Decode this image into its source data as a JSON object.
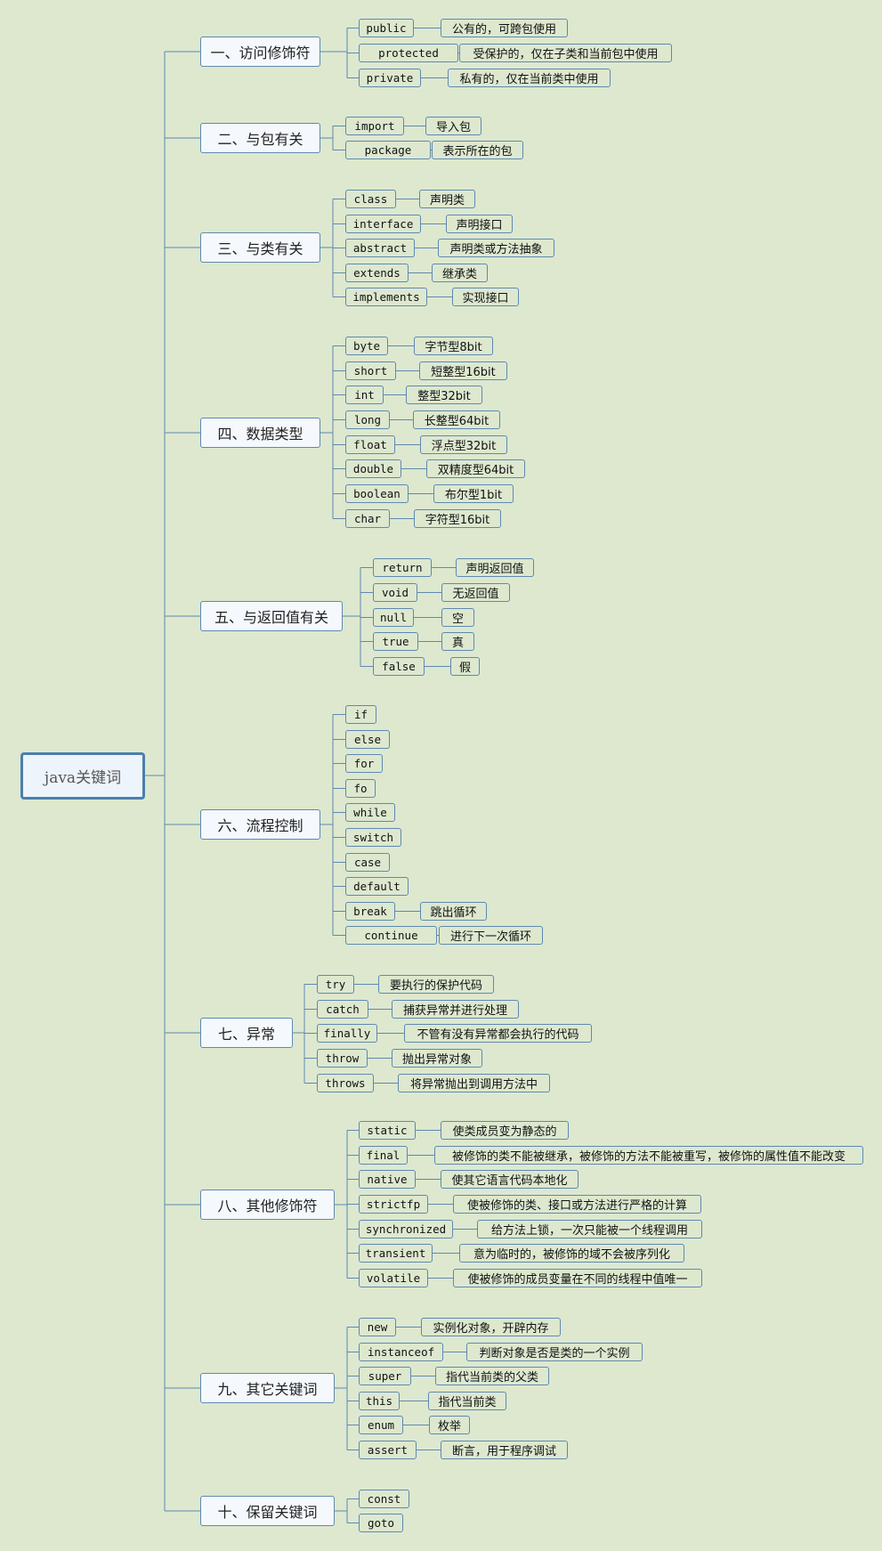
{
  "root": {
    "label": "java关键词"
  },
  "categories": [
    {
      "label": "一、访问修饰符",
      "items": [
        {
          "kw": "public",
          "desc": "公有的，可跨包使用"
        },
        {
          "kw": "protected",
          "desc": "受保护的，仅在子类和当前包中使用"
        },
        {
          "kw": "private",
          "desc": "私有的，仅在当前类中使用"
        }
      ]
    },
    {
      "label": "二、与包有关",
      "items": [
        {
          "kw": "import",
          "desc": "导入包"
        },
        {
          "kw": "package",
          "desc": "表示所在的包"
        }
      ]
    },
    {
      "label": "三、与类有关",
      "items": [
        {
          "kw": "class",
          "desc": "声明类"
        },
        {
          "kw": "interface",
          "desc": "声明接口"
        },
        {
          "kw": "abstract",
          "desc": "声明类或方法抽象"
        },
        {
          "kw": "extends",
          "desc": "继承类"
        },
        {
          "kw": "implements",
          "desc": "实现接口"
        }
      ]
    },
    {
      "label": "四、数据类型",
      "items": [
        {
          "kw": "byte",
          "desc": "字节型8bit"
        },
        {
          "kw": "short",
          "desc": "短整型16bit"
        },
        {
          "kw": "int",
          "desc": "整型32bit"
        },
        {
          "kw": "long",
          "desc": "长整型64bit"
        },
        {
          "kw": "float",
          "desc": "浮点型32bit"
        },
        {
          "kw": "double",
          "desc": "双精度型64bit"
        },
        {
          "kw": "boolean",
          "desc": "布尔型1bit"
        },
        {
          "kw": "char",
          "desc": "字符型16bit"
        }
      ]
    },
    {
      "label": "五、与返回值有关",
      "items": [
        {
          "kw": "return",
          "desc": "声明返回值"
        },
        {
          "kw": "void",
          "desc": "无返回值"
        },
        {
          "kw": "null",
          "desc": "空"
        },
        {
          "kw": "true",
          "desc": "真"
        },
        {
          "kw": "false",
          "desc": "假"
        }
      ]
    },
    {
      "label": "六、流程控制",
      "items": [
        {
          "kw": "if"
        },
        {
          "kw": "else"
        },
        {
          "kw": "for"
        },
        {
          "kw": "fo"
        },
        {
          "kw": "while"
        },
        {
          "kw": "switch"
        },
        {
          "kw": "case"
        },
        {
          "kw": "default"
        },
        {
          "kw": "break",
          "desc": "跳出循环"
        },
        {
          "kw": "continue",
          "desc": "进行下一次循环"
        }
      ]
    },
    {
      "label": "七、异常",
      "items": [
        {
          "kw": "try",
          "desc": "要执行的保护代码"
        },
        {
          "kw": "catch",
          "desc": "捕获异常并进行处理"
        },
        {
          "kw": "finally",
          "desc": "不管有没有异常都会执行的代码"
        },
        {
          "kw": "throw",
          "desc": "抛出异常对象"
        },
        {
          "kw": "throws",
          "desc": "将异常抛出到调用方法中"
        }
      ]
    },
    {
      "label": "八、其他修饰符",
      "items": [
        {
          "kw": "static",
          "desc": "使类成员变为静态的"
        },
        {
          "kw": "final",
          "desc": "被修饰的类不能被继承，被修饰的方法不能被重写，被修饰的属性值不能改变"
        },
        {
          "kw": "native",
          "desc": "使其它语言代码本地化"
        },
        {
          "kw": "strictfp",
          "desc": "使被修饰的类、接口或方法进行严格的计算"
        },
        {
          "kw": "synchronized",
          "desc": "给方法上锁，一次只能被一个线程调用"
        },
        {
          "kw": "transient",
          "desc": "意为临时的，被修饰的域不会被序列化"
        },
        {
          "kw": "volatile",
          "desc": "使被修饰的成员变量在不同的线程中值唯一"
        }
      ]
    },
    {
      "label": "九、其它关键词",
      "items": [
        {
          "kw": "new",
          "desc": "实例化对象，开辟内存"
        },
        {
          "kw": "instanceof",
          "desc": "判断对象是否是类的一个实例"
        },
        {
          "kw": "super",
          "desc": "指代当前类的父类"
        },
        {
          "kw": "this",
          "desc": "指代当前类"
        },
        {
          "kw": "enum",
          "desc": "枚举"
        },
        {
          "kw": "assert",
          "desc": "断言，用于程序调试"
        }
      ]
    },
    {
      "label": "十、保留关键词",
      "items": [
        {
          "kw": "const"
        },
        {
          "kw": "goto"
        }
      ]
    }
  ]
}
